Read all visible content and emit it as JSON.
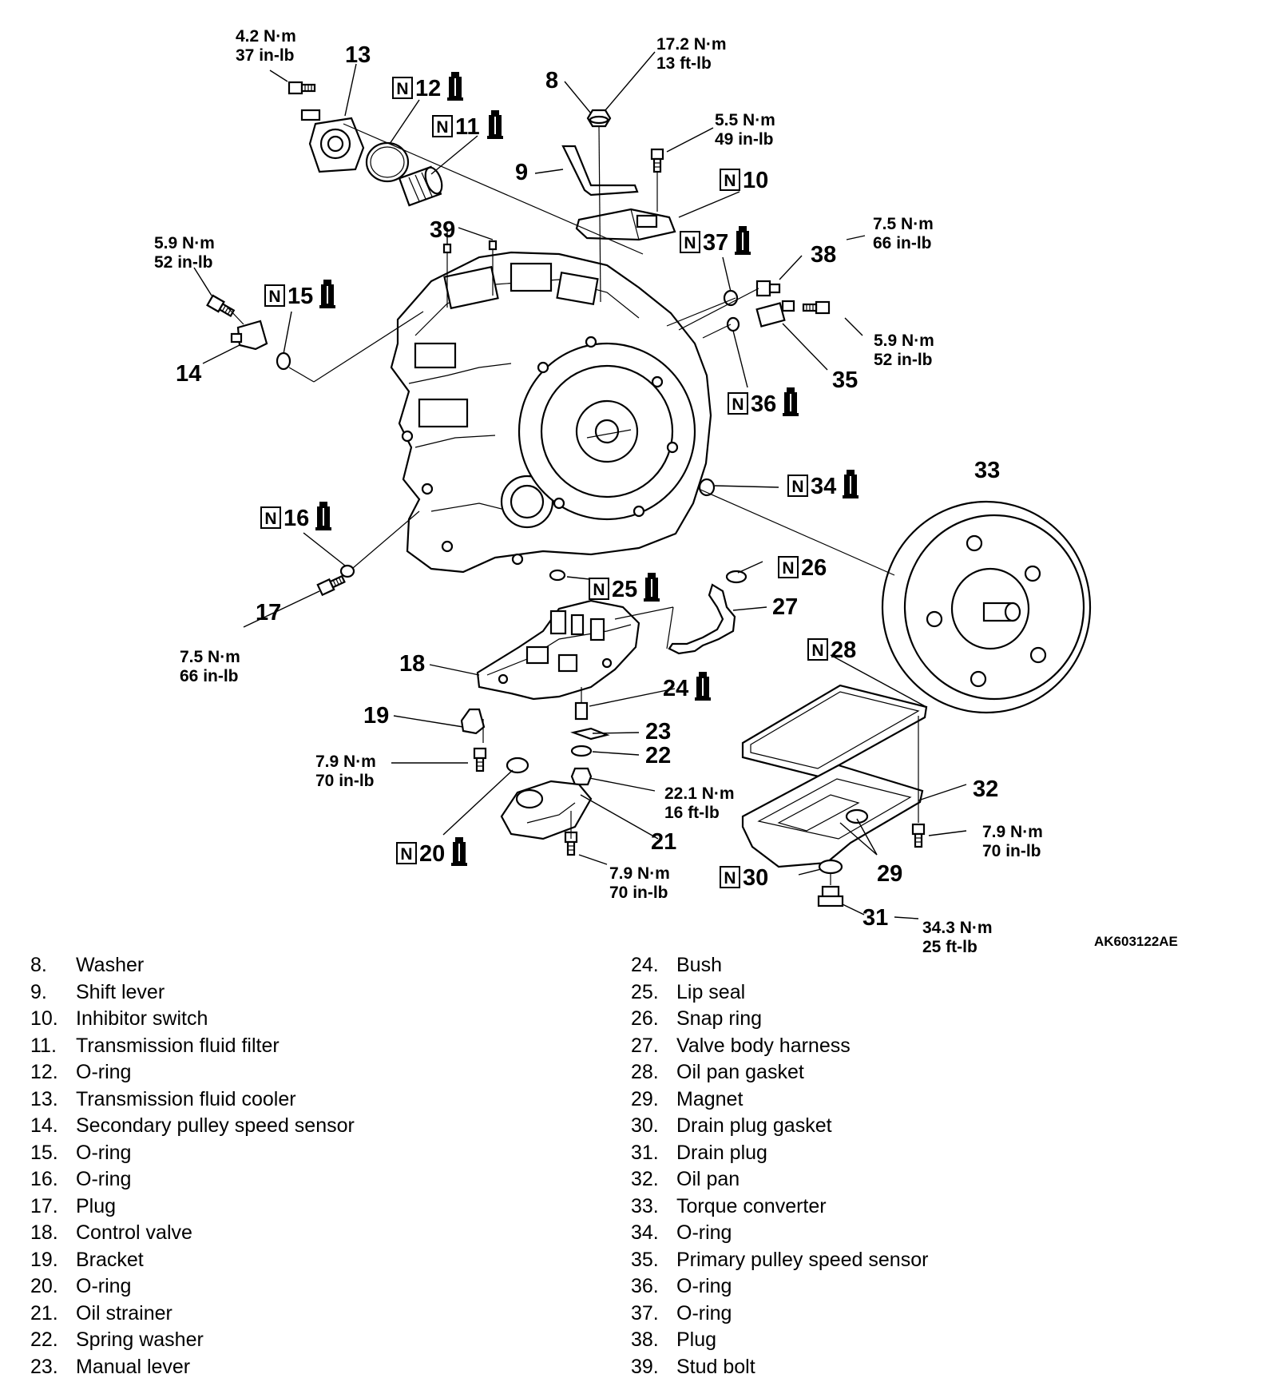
{
  "callouts": [
    {
      "id": "lbl-8",
      "text": "8"
    },
    {
      "id": "lbl-9",
      "text": "9"
    },
    {
      "id": "lbl-10",
      "text": "10",
      "n": true
    },
    {
      "id": "lbl-11",
      "text": "11",
      "n": true,
      "grease": true
    },
    {
      "id": "lbl-12",
      "text": "12",
      "n": true,
      "grease": true
    },
    {
      "id": "lbl-13",
      "text": "13"
    },
    {
      "id": "lbl-14",
      "text": "14"
    },
    {
      "id": "lbl-15",
      "text": "15",
      "n": true,
      "grease": true
    },
    {
      "id": "lbl-16",
      "text": "16",
      "n": true,
      "grease": true
    },
    {
      "id": "lbl-17",
      "text": "17"
    },
    {
      "id": "lbl-18",
      "text": "18"
    },
    {
      "id": "lbl-19",
      "text": "19"
    },
    {
      "id": "lbl-20",
      "text": "20",
      "n": true,
      "grease": true
    },
    {
      "id": "lbl-21",
      "text": "21"
    },
    {
      "id": "lbl-22",
      "text": "22"
    },
    {
      "id": "lbl-23",
      "text": "23"
    },
    {
      "id": "lbl-24",
      "text": "24",
      "grease": true
    },
    {
      "id": "lbl-25",
      "text": "25",
      "n": true,
      "grease": true
    },
    {
      "id": "lbl-26",
      "text": "26",
      "n": true
    },
    {
      "id": "lbl-27",
      "text": "27"
    },
    {
      "id": "lbl-28",
      "text": "28",
      "n": true
    },
    {
      "id": "lbl-29",
      "text": "29"
    },
    {
      "id": "lbl-30",
      "text": "30",
      "n": true
    },
    {
      "id": "lbl-31",
      "text": "31"
    },
    {
      "id": "lbl-32",
      "text": "32"
    },
    {
      "id": "lbl-33",
      "text": "33"
    },
    {
      "id": "lbl-34",
      "text": "34",
      "n": true,
      "grease": true
    },
    {
      "id": "lbl-35",
      "text": "35"
    },
    {
      "id": "lbl-36",
      "text": "36",
      "n": true,
      "grease": true
    },
    {
      "id": "lbl-37",
      "text": "37",
      "n": true,
      "grease": true
    },
    {
      "id": "lbl-38",
      "text": "38"
    },
    {
      "id": "lbl-39",
      "text": "39"
    }
  ],
  "n_mark": "N",
  "torques": [
    {
      "id": "tq-13",
      "nm": "4.2 N·m",
      "imp": "37 in-lb"
    },
    {
      "id": "tq-8",
      "nm": "17.2 N·m",
      "imp": "13 ft-lb"
    },
    {
      "id": "tq-10",
      "nm": "5.5 N·m",
      "imp": "49 in-lb"
    },
    {
      "id": "tq-38",
      "nm": "7.5 N·m",
      "imp": "66 in-lb"
    },
    {
      "id": "tq-14",
      "nm": "5.9 N·m",
      "imp": "52 in-lb"
    },
    {
      "id": "tq-35",
      "nm": "5.9 N·m",
      "imp": "52 in-lb"
    },
    {
      "id": "tq-17",
      "nm": "7.5 N·m",
      "imp": "66 in-lb"
    },
    {
      "id": "tq-19",
      "nm": "7.9 N·m",
      "imp": "70 in-lb"
    },
    {
      "id": "tq-22",
      "nm": "22.1 N·m",
      "imp": "16 ft-lb"
    },
    {
      "id": "tq-21",
      "nm": "7.9 N·m",
      "imp": "70 in-lb"
    },
    {
      "id": "tq-32",
      "nm": "7.9 N·m",
      "imp": "70 in-lb"
    },
    {
      "id": "tq-31",
      "nm": "34.3 N·m",
      "imp": "25 ft-lb"
    }
  ],
  "figure_code": "AK603122AE",
  "legend_left": [
    {
      "num": "8.",
      "name": "Washer"
    },
    {
      "num": "9.",
      "name": "Shift lever"
    },
    {
      "num": "10.",
      "name": "Inhibitor switch"
    },
    {
      "num": "11.",
      "name": "Transmission fluid filter"
    },
    {
      "num": "12.",
      "name": "O-ring"
    },
    {
      "num": "13.",
      "name": "Transmission fluid cooler"
    },
    {
      "num": "14.",
      "name": "Secondary pulley speed sensor"
    },
    {
      "num": "15.",
      "name": "O-ring"
    },
    {
      "num": "16.",
      "name": "O-ring"
    },
    {
      "num": "17.",
      "name": "Plug"
    },
    {
      "num": "18.",
      "name": "Control valve"
    },
    {
      "num": "19.",
      "name": "Bracket"
    },
    {
      "num": "20.",
      "name": "O-ring"
    },
    {
      "num": "21.",
      "name": "Oil strainer"
    },
    {
      "num": "22.",
      "name": "Spring washer"
    },
    {
      "num": "23.",
      "name": "Manual lever"
    }
  ],
  "legend_right": [
    {
      "num": "24.",
      "name": "Bush"
    },
    {
      "num": "25.",
      "name": "Lip seal"
    },
    {
      "num": "26.",
      "name": "Snap ring"
    },
    {
      "num": "27.",
      "name": "Valve body harness"
    },
    {
      "num": "28.",
      "name": "Oil pan gasket"
    },
    {
      "num": "29.",
      "name": "Magnet"
    },
    {
      "num": "30.",
      "name": "Drain plug gasket"
    },
    {
      "num": "31.",
      "name": "Drain plug"
    },
    {
      "num": "32.",
      "name": "Oil pan"
    },
    {
      "num": "33.",
      "name": "Torque converter"
    },
    {
      "num": "34.",
      "name": "O-ring"
    },
    {
      "num": "35.",
      "name": "Primary pulley speed sensor"
    },
    {
      "num": "36.",
      "name": "O-ring"
    },
    {
      "num": "37.",
      "name": "O-ring"
    },
    {
      "num": "38.",
      "name": "Plug"
    },
    {
      "num": "39.",
      "name": "Stud bolt"
    }
  ]
}
